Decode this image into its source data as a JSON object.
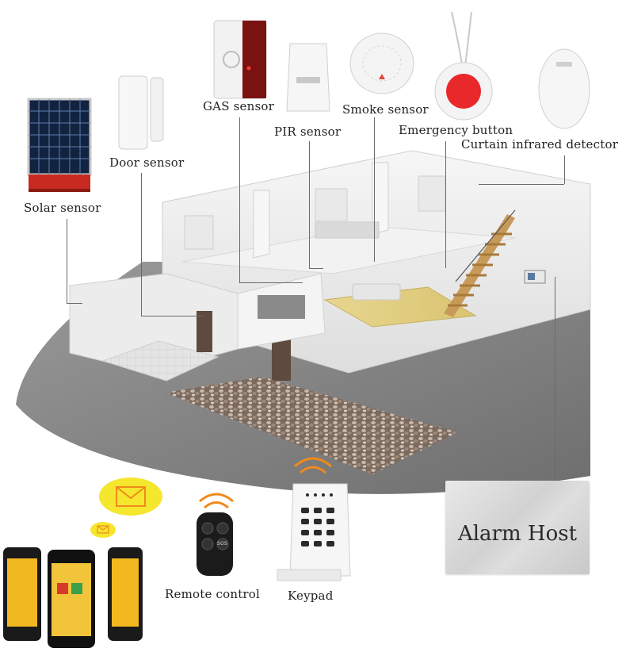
{
  "labels": {
    "gas_sensor": "GAS sensor",
    "pir_sensor": "PIR sensor",
    "smoke_sensor": "Smoke sensor",
    "emergency_button": "Emergency button",
    "curtain_detector": "Curtain infrared detector",
    "door_sensor": "Door sensor",
    "solar_sensor": "Solar sensor",
    "remote_control": "Remote control",
    "keypad": "Keypad",
    "alarm_host": "Alarm Host"
  },
  "remote_buttons": {
    "sos": "SOS"
  },
  "icons": [
    "solar-panel-icon",
    "door-sensor-icon",
    "gas-sensor-icon",
    "pir-sensor-icon",
    "smoke-sensor-icon",
    "emergency-button-icon",
    "curtain-detector-icon",
    "envelope-icon",
    "wifi-signal-icon",
    "smartphone-icon",
    "remote-control-icon",
    "keypad-icon"
  ],
  "colors": {
    "background": "#ffffff",
    "floor_shadow": "#8f8f8f",
    "wall": "#eeeeee",
    "emergency_red": "#e8282a",
    "solar_red": "#c62a20",
    "envelope_yellow": "#f5e62e",
    "signal_orange": "#f08a1c",
    "label_text": "#222222",
    "leader_line": "#6a6a6a"
  }
}
